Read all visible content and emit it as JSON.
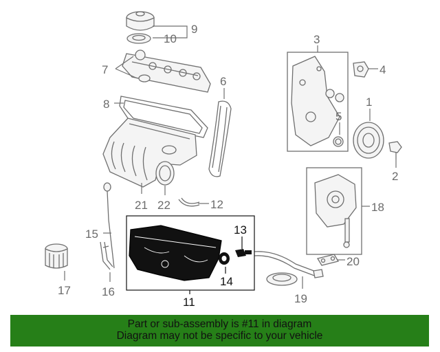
{
  "callouts": {
    "c1": "1",
    "c2": "2",
    "c3": "3",
    "c4": "4",
    "c5": "5",
    "c6": "6",
    "c7": "7",
    "c8": "8",
    "c9": "9",
    "c10": "10",
    "c11": "11",
    "c12": "12",
    "c13": "13",
    "c14": "14",
    "c15": "15",
    "c16": "16",
    "c17": "17",
    "c18": "18",
    "c19": "19",
    "c20": "20",
    "c21": "21",
    "c22": "22"
  },
  "highlighted_part": "11",
  "banner": {
    "line1": "Part or sub-assembly is #11 in diagram",
    "line2": "Diagram may not be specific to your vehicle"
  },
  "colors": {
    "banner_background": "#267f18",
    "highlight_part": "#111111",
    "line_art": "#6f6f6f"
  }
}
